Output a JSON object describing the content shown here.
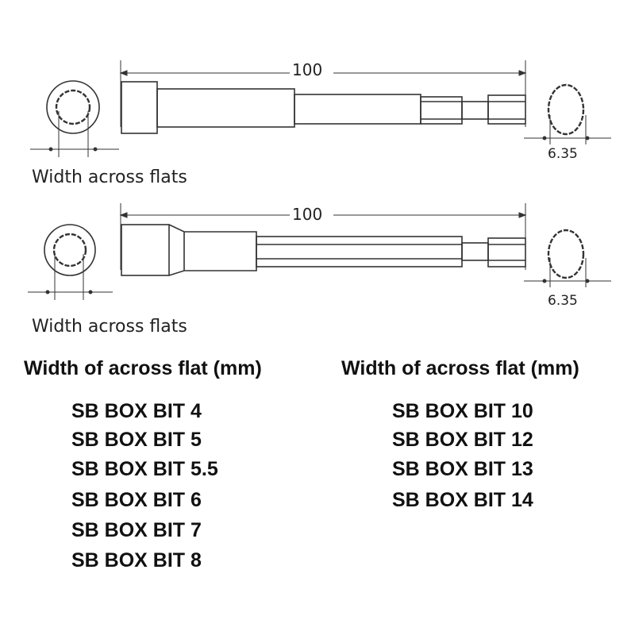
{
  "diagrams": [
    {
      "length_label": "100",
      "shank_label": "6.35",
      "caption": "Width across flats"
    },
    {
      "length_label": "100",
      "shank_label": "6.35",
      "caption": "Width across flats"
    }
  ],
  "columns": [
    {
      "heading": "Width of across flat (mm)",
      "items": [
        "SB BOX BIT 4",
        "SB BOX BIT 5",
        "SB BOX BIT 5.5",
        "SB BOX BIT 6",
        "SB BOX BIT 7",
        "SB BOX BIT 8"
      ]
    },
    {
      "heading": "Width of across flat (mm)",
      "items": [
        "SB BOX BIT 10",
        "SB BOX BIT 12",
        "SB BOX BIT 13",
        "SB BOX BIT 14"
      ]
    }
  ],
  "colors": {
    "line": "#333333",
    "text": "#111111"
  }
}
